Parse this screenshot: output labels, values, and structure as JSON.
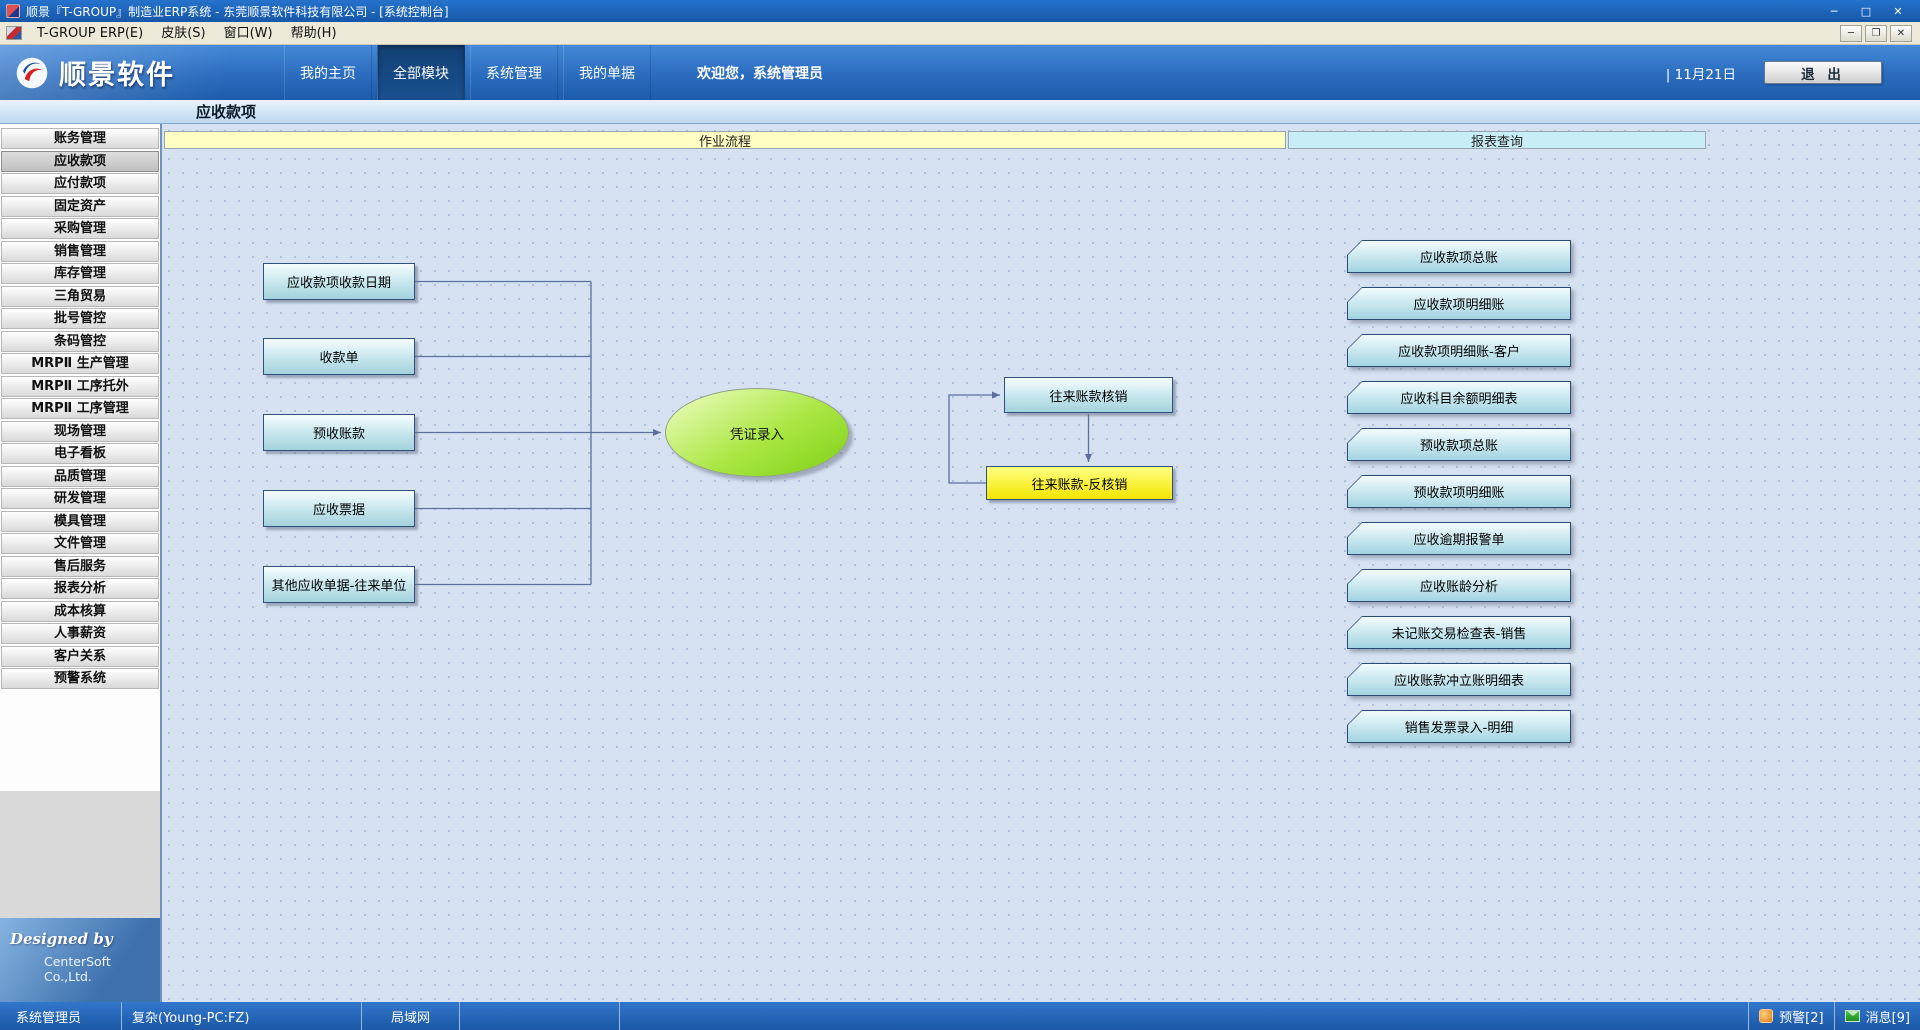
{
  "titlebar": {
    "title": "顺景『T-GROUP』制造业ERP系统 - 东莞顺景软件科技有限公司 - [系统控制台]",
    "controls": {
      "minimize": "─",
      "maximize": "□",
      "close": "✕"
    }
  },
  "menubar": {
    "items": [
      "T-GROUP ERP(E)",
      "皮肤(S)",
      "窗口(W)",
      "帮助(H)"
    ],
    "controls": {
      "minimize": "─",
      "restore": "❐",
      "close": "✕"
    }
  },
  "banner": {
    "logo_text": "顺景软件",
    "tabs": [
      {
        "label": "我的主页",
        "active": false
      },
      {
        "label": "全部模块",
        "active": true
      },
      {
        "label": "系统管理",
        "active": false
      },
      {
        "label": "我的单据",
        "active": false
      }
    ],
    "welcome": "欢迎您，系统管理员",
    "date": "| 11月21日",
    "exit_label": "退 出"
  },
  "page": {
    "title": "应收款项"
  },
  "sidebar": {
    "items": [
      "账务管理",
      "应收款项",
      "应付款项",
      "固定资产",
      "采购管理",
      "销售管理",
      "库存管理",
      "三角贸易",
      "批号管控",
      "条码管控",
      "MRPⅡ 生产管理",
      "MRPⅡ 工序托外",
      "MRPⅡ 工序管理",
      "现场管理",
      "电子看板",
      "品质管理",
      "研发管理",
      "模具管理",
      "文件管理",
      "售后服务",
      "报表分析",
      "成本核算",
      "人事薪资",
      "客户关系",
      "预警系统"
    ],
    "selected": "应收款项",
    "designed_by": "Designed by",
    "company": "CenterSoft Co.,Ltd."
  },
  "main": {
    "section_headers": {
      "flow": "作业流程",
      "reports": "报表查询"
    },
    "flow": {
      "sources": [
        "应收款项收款日期",
        "收款单",
        "预收账款",
        "应收票据",
        "其他应收单据-往来单位"
      ],
      "center": "凭证录入",
      "verify": "往来账款核销",
      "reverse": "往来账款-反核销"
    },
    "reports": [
      "应收款项总账",
      "应收款项明细账",
      "应收款项明细账-客户",
      "应收科目余额明细表",
      "预收款项总账",
      "预收款项明细账",
      "应收逾期报警单",
      "应收账龄分析",
      "未记账交易检查表-销售",
      "应收账款冲立账明细表",
      "销售发票录入-明细"
    ]
  },
  "statusbar": {
    "user": "系统管理员",
    "workstation": "复杂(Young-PC:FZ)",
    "network": "局域网",
    "alerts": "预警[2]",
    "messages": "消息[9]"
  }
}
